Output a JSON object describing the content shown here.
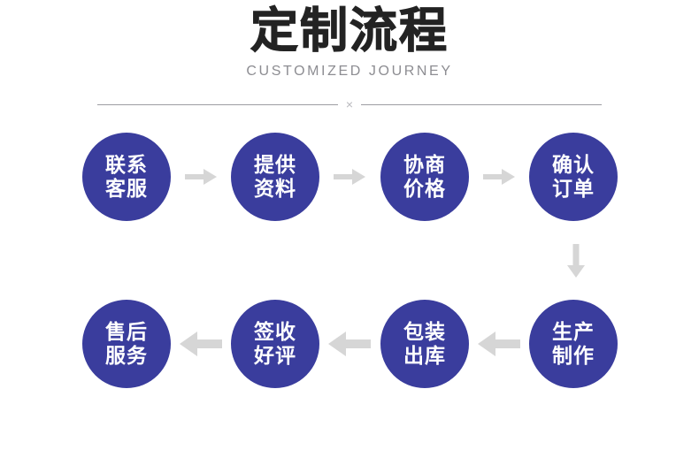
{
  "header": {
    "title": "定制流程",
    "subtitle": "CUSTOMIZED JOURNEY",
    "divider_mark": "×"
  },
  "colors": {
    "node_fill": "#3a3d9d",
    "node_text": "#ffffff",
    "arrow": "#d6d6d6",
    "title_text": "#232323",
    "subtitle_text": "#8d8d92",
    "divider_line": "#9d9da2",
    "background": "#ffffff"
  },
  "flow": {
    "steps": [
      {
        "id": 1,
        "line1": "联系",
        "line2": "客服"
      },
      {
        "id": 2,
        "line1": "提供",
        "line2": "资料"
      },
      {
        "id": 3,
        "line1": "协商",
        "line2": "价格"
      },
      {
        "id": 4,
        "line1": "确认",
        "line2": "订单"
      },
      {
        "id": 5,
        "line1": "生产",
        "line2": "制作"
      },
      {
        "id": 6,
        "line1": "包装",
        "line2": "出库"
      },
      {
        "id": 7,
        "line1": "签收",
        "line2": "好评"
      },
      {
        "id": 8,
        "line1": "售后",
        "line2": "服务"
      }
    ],
    "connectors": [
      {
        "id": "a1",
        "direction": "right",
        "from": 1,
        "to": 2
      },
      {
        "id": "a2",
        "direction": "right",
        "from": 2,
        "to": 3
      },
      {
        "id": "a3",
        "direction": "right",
        "from": 3,
        "to": 4
      },
      {
        "id": "a-down",
        "direction": "down",
        "from": 4,
        "to": 5
      },
      {
        "id": "a4",
        "direction": "left",
        "from": 6,
        "to": 7
      },
      {
        "id": "a5",
        "direction": "left",
        "from": 7,
        "to": 8
      },
      {
        "id": "a6",
        "direction": "left",
        "from": 5,
        "to": 6
      }
    ]
  }
}
